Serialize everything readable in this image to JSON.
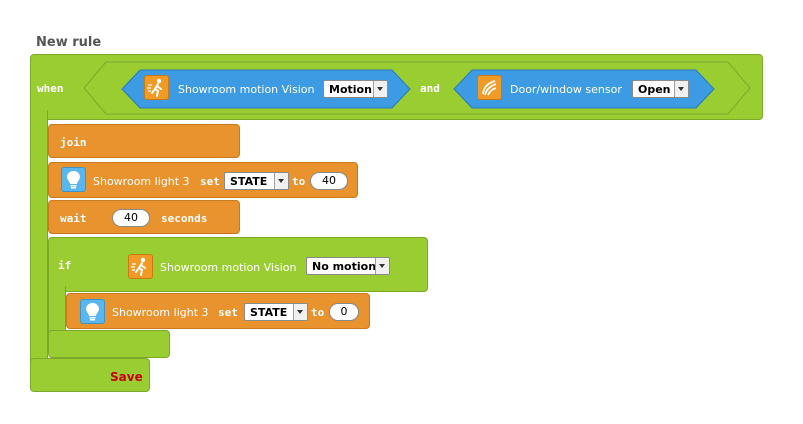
{
  "rule": {
    "title": "New rule",
    "save_label": "Save"
  },
  "when": {
    "keyword": "when",
    "and_keyword": "and",
    "condition1": {
      "device": "Showroom motion Vision",
      "value": "Motion",
      "icon": "motion-sensor-icon"
    },
    "condition2": {
      "device": "Door/window sensor",
      "value": "Open",
      "icon": "door-window-sensor-icon"
    }
  },
  "join": {
    "keyword": "join"
  },
  "set1": {
    "device": "Showroom light 3",
    "set_keyword": "set",
    "property": "STATE",
    "to_keyword": "to",
    "value": "40",
    "icon": "light-bulb-icon"
  },
  "wait": {
    "keyword": "wait",
    "value": "40",
    "unit": "seconds"
  },
  "if": {
    "keyword": "if",
    "condition": {
      "device": "Showroom motion Vision",
      "value": "No motion",
      "icon": "motion-sensor-icon"
    }
  },
  "set2": {
    "device": "Showroom light 3",
    "set_keyword": "set",
    "property": "STATE",
    "to_keyword": "to",
    "value": "0",
    "icon": "light-bulb-icon"
  },
  "colors": {
    "green": "#9acd32",
    "orange": "#e8932e",
    "blue": "#3d9be4",
    "save": "#cc0000"
  }
}
